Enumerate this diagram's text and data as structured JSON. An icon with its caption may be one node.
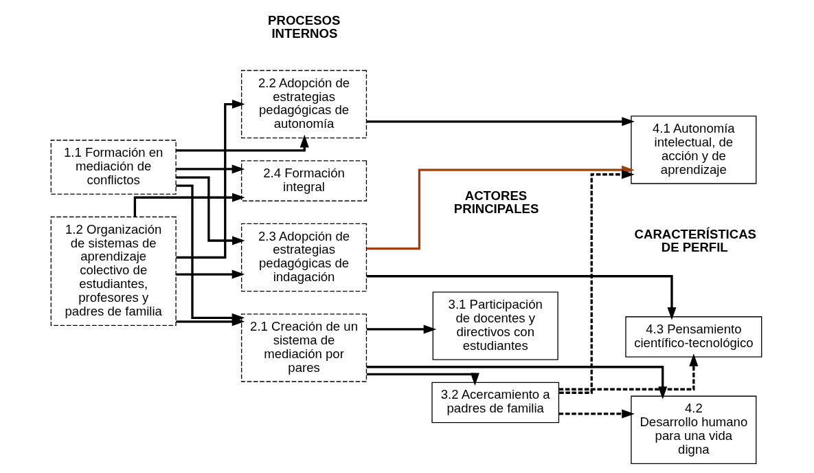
{
  "diagram": {
    "nodes": [
      {
        "text": [
          "1.1 Formación en mediación de conflictos"
        ]
      },
      {
        "text": [
          "1.2 Organización de sistemas de aprendizaje colectivo de estudiantes, profesores y padres de familia"
        ]
      },
      {
        "text": [
          "2.1 Creación de un sistema de mediación por pares"
        ]
      },
      {
        "text": [
          "2.2 Adopción de estrategias pedagógicas de autonomía"
        ]
      },
      {
        "text": [
          "2.3 Adopción de estrategias pedagógicas de indagación"
        ]
      },
      {
        "text": [
          "2.4 Formación integral"
        ]
      },
      {
        "text": [
          "3.1 Participación de docentes y directivos con estudiantes"
        ]
      },
      {
        "text": [
          "3.2 Acercamiento a padres de familia"
        ]
      },
      {
        "text": [
          "4.1 Autonomía intelectual, de acción y de aprendizaje"
        ]
      },
      {
        "text": [
          "4.2",
          "Desarrollo humano para una vida digna"
        ]
      },
      {
        "text": [
          "4.3 Pensamiento científico-tecnológico"
        ]
      }
    ],
    "edges": [
      {
        "from": 0,
        "to": 2,
        "arrow": "to"
      },
      {
        "from": 0,
        "to": 3,
        "arrow": "to"
      },
      {
        "from": 0,
        "to": 4,
        "arrow": "to"
      },
      {
        "from": 0,
        "to": 5,
        "arrow": "to"
      },
      {
        "from": 1,
        "to": 2,
        "arrow": "to"
      },
      {
        "from": 1,
        "to": 3,
        "arrow": "to"
      },
      {
        "from": 1,
        "to": 4,
        "arrow": "to"
      },
      {
        "from": 1,
        "to": 5,
        "arrow": "to"
      },
      {
        "from": 2,
        "to": 6,
        "arrow": "to"
      },
      {
        "from": 2,
        "to": 7,
        "arrow": "to"
      },
      {
        "from": 2,
        "to": 9,
        "arrow": "to"
      },
      {
        "from": 3,
        "to": 8,
        "arrow": "to"
      },
      {
        "from": 4,
        "to": 10,
        "arrow": "to"
      },
      {
        "from": 4,
        "to": 8,
        "arrow": "to",
        "color": "#a0400f"
      },
      {
        "from": 7,
        "to": 8,
        "arrow": "to",
        "style": "dashed"
      },
      {
        "from": 7,
        "to": 9,
        "arrow": "to",
        "style": "dashed"
      },
      {
        "from": 7,
        "to": 10,
        "arrow": "to",
        "style": "dashed"
      }
    ],
    "labels": [
      "PROCESOS INTERNOS",
      "ACTORES PRINCIPALES",
      "CARACTERÍSTICAS DE PERFIL"
    ]
  }
}
